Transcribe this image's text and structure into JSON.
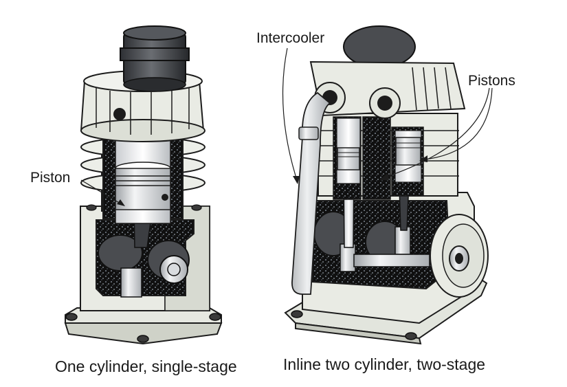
{
  "figures": [
    {
      "caption": "One cylinder, single-stage",
      "callouts": [
        "Piston"
      ]
    },
    {
      "caption": "Inline two cylinder, two-stage",
      "callouts": [
        "Intercooler",
        "Pistons"
      ]
    }
  ],
  "colors": {
    "casting": "#e9ebe4",
    "casting_shade": "#cfd2c8",
    "outline": "#1c1c1c",
    "cutaway": "#121212",
    "speckle": "#8a9099",
    "metal": "#d9dcdf",
    "metal_dark": "#4a4c50",
    "filter": "#3c3e42"
  }
}
